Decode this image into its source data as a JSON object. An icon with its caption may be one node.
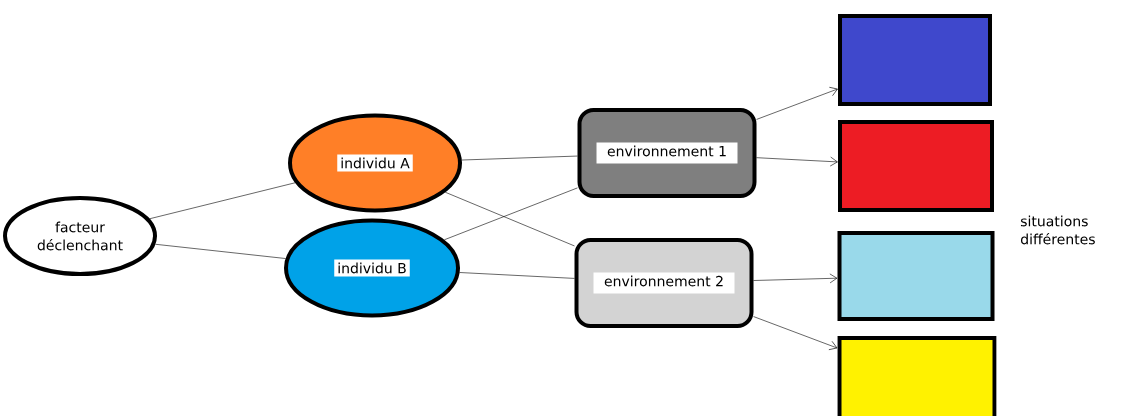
{
  "diagram": {
    "nodes": [
      {
        "text": [
          "facteur déclenchant"
        ]
      },
      {
        "text": [
          "individu A"
        ]
      },
      {
        "text": [
          "individu B"
        ]
      },
      {
        "text": [
          "environnement 1"
        ]
      },
      {
        "text": [
          "environnement 2"
        ]
      },
      {
        "text": [],
        "shape": "box"
      },
      {
        "text": [],
        "shape": "box"
      },
      {
        "text": [],
        "shape": "box"
      },
      {
        "text": [],
        "shape": "box"
      }
    ],
    "edges": [
      {
        "from": 0,
        "to": 1,
        "arrow": "none"
      },
      {
        "from": 0,
        "to": 2,
        "arrow": "none"
      },
      {
        "from": 1,
        "to": 3,
        "arrow": "none"
      },
      {
        "from": 1,
        "to": 4,
        "arrow": "none"
      },
      {
        "from": 2,
        "to": 3,
        "arrow": "none"
      },
      {
        "from": 2,
        "to": 4,
        "arrow": "none"
      },
      {
        "from": 3,
        "to": 5,
        "arrow": "to"
      },
      {
        "from": 3,
        "to": 6,
        "arrow": "to"
      },
      {
        "from": 4,
        "to": 7,
        "arrow": "to"
      },
      {
        "from": 4,
        "to": 8,
        "arrow": "to"
      }
    ],
    "labels": [
      "situations différentes"
    ]
  }
}
